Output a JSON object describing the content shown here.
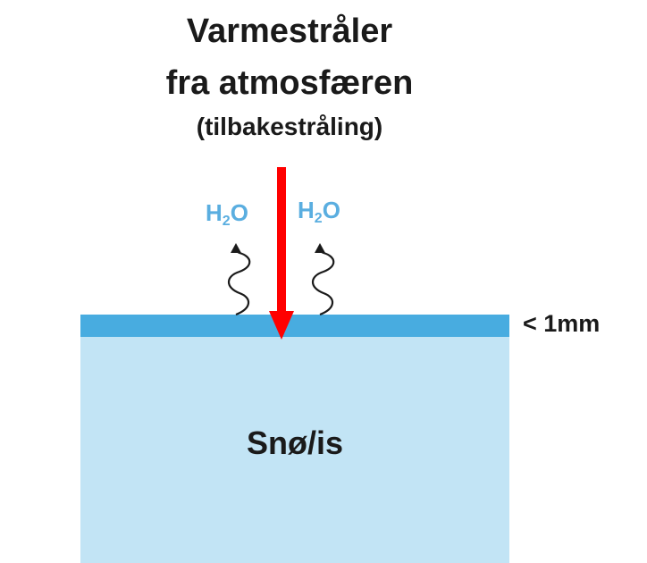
{
  "title": {
    "line1": "Varmestråler",
    "line2": "fra atmosfæren",
    "subtitle": "(tilbakestråling)"
  },
  "molecule": {
    "h": "H",
    "subscript": "2",
    "o": "O"
  },
  "layer": {
    "thickness_label": "< 1mm"
  },
  "snow": {
    "label": "Snø/is"
  },
  "colors": {
    "arrow": "#ff0000",
    "melt_layer": "#48ace0",
    "snow": "#c2e4f5",
    "molecule_text": "#5aaee0",
    "text": "#1a1a1a"
  }
}
